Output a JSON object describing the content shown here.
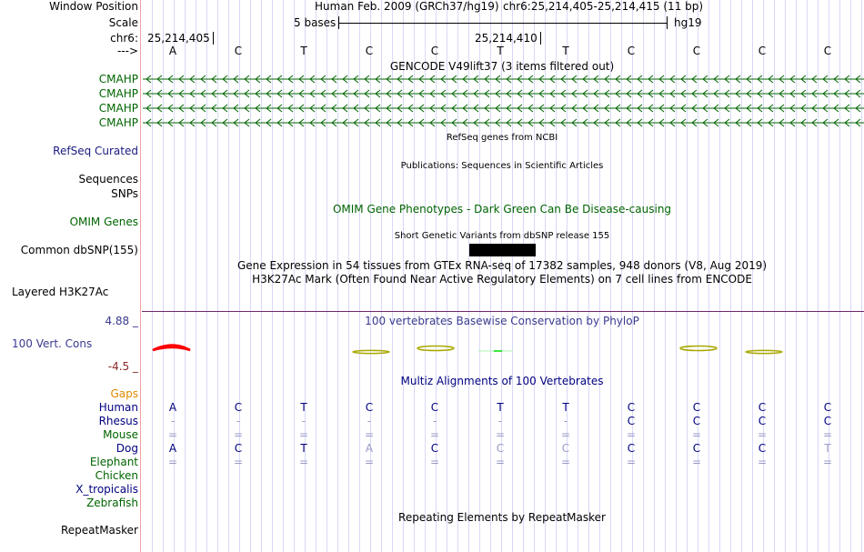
{
  "labels": {
    "window_position": "Window Position",
    "scale": "Scale",
    "chrom": "chr6:",
    "strand": "--->",
    "refseq": "RefSeq Curated",
    "sequences": "Sequences",
    "snps": "SNPs",
    "omim": "OMIM Genes",
    "dbsnp": "Common dbSNP(155)",
    "h3k27ac": "Layered H3K27Ac",
    "cons_max": "4.88 _",
    "cons": "100 Vert. Cons",
    "cons_min": "-4.5 _",
    "gaps": "Gaps",
    "repeatmasker": "RepeatMasker"
  },
  "header": {
    "assembly": "Human Feb. 2009 (GRCh37/hg19)",
    "position": "chr6:25,214,405-25,214,415 (11 bp)",
    "scale_text": "5 bases",
    "scale_db": "hg19",
    "coord1": "25,214,405",
    "coord2": "25,214,410"
  },
  "sequence": [
    "A",
    "C",
    "T",
    "C",
    "C",
    "T",
    "T",
    "C",
    "C",
    "C",
    "C"
  ],
  "tracks": {
    "gencode_title": "GENCODE V49lift37 (3 items filtered out)",
    "gencode_items": [
      "CMAHP",
      "CMAHP",
      "CMAHP",
      "CMAHP"
    ],
    "refseq_title": "RefSeq genes from NCBI",
    "pubs_title": "Publications: Sequences in Scientific Articles",
    "omim_title": "OMIM Gene Phenotypes - Dark Green Can Be Disease-causing",
    "dbsnp_title": "Short Genetic Variants from dbSNP release 155",
    "gtex_title": "Gene Expression in 54 tissues from GTEx RNA-seq of 17382 samples, 948 donors (V8, Aug 2019)",
    "h3k27ac_title": "H3K27Ac Mark (Often Found Near Active Regulatory Elements) on 7 cell lines from ENCODE",
    "phylop_title": "100 vertebrates Basewise Conservation by PhyloP",
    "multiz_title": "Multiz Alignments of 100 Vertebrates",
    "repeat_title": "Repeating Elements by RepeatMasker"
  },
  "alignment": [
    {
      "species": "Human",
      "color": "#000080",
      "bases": [
        "A",
        "C",
        "T",
        "C",
        "C",
        "T",
        "T",
        "C",
        "C",
        "C",
        "C"
      ],
      "dim": []
    },
    {
      "species": "Rhesus",
      "color": "#000080",
      "bases": [
        "-",
        "-",
        "-",
        "-",
        "-",
        "-",
        "-",
        "C",
        "C",
        "C",
        "C"
      ],
      "dim": [
        0,
        1,
        2,
        3,
        4,
        5,
        6
      ]
    },
    {
      "species": "Mouse",
      "color": "#006400",
      "bases": [
        "=",
        "=",
        "=",
        "=",
        "=",
        "=",
        "=",
        "=",
        "=",
        "=",
        "="
      ],
      "dim": [
        0,
        1,
        2,
        3,
        4,
        5,
        6,
        7,
        8,
        9,
        10
      ]
    },
    {
      "species": "Dog",
      "color": "#000080",
      "bases": [
        "A",
        "C",
        "T",
        "A",
        "C",
        "C",
        "C",
        "C",
        "C",
        "C",
        "T"
      ],
      "dim": [
        3,
        5,
        6,
        10
      ]
    },
    {
      "species": "Elephant",
      "color": "#006400",
      "bases": [
        "=",
        "=",
        "=",
        "=",
        "=",
        "=",
        "=",
        "=",
        "=",
        "=",
        "="
      ],
      "dim": [
        0,
        1,
        2,
        3,
        4,
        5,
        6,
        7,
        8,
        9,
        10
      ]
    },
    {
      "species": "Chicken",
      "color": "#006400",
      "bases": [],
      "dim": []
    },
    {
      "species": "X_tropicalis",
      "color": "#000080",
      "bases": [],
      "dim": []
    },
    {
      "species": "Zebrafish",
      "color": "#006400",
      "bases": [],
      "dim": []
    }
  ],
  "colors": {
    "gene": "#006400",
    "refseq": "#0c0c78",
    "cons_label": "#3a3a8f",
    "cons_min": "#8b2a2a",
    "gaps": "#e08a00",
    "divider": "#f4a0a0"
  }
}
